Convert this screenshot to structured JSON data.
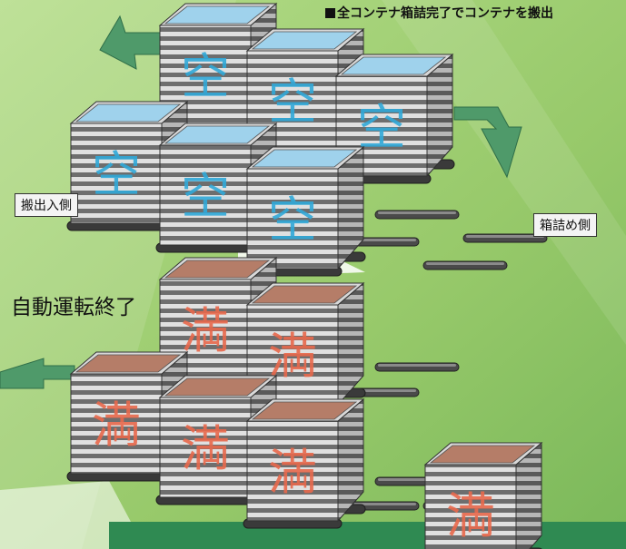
{
  "title": "全コンテナ箱詰完了でコンテナを搬出",
  "labels": {
    "unload_side": "搬出入側",
    "pack_side": "箱詰め側",
    "auto_end": "自動運転終了"
  },
  "containers": {
    "empty_char": "空",
    "full_char": "満",
    "empty_count": 6,
    "full_count": 6
  },
  "colors": {
    "background": "#9ccc6f",
    "empty_top": "#9fd2ec",
    "full_top": "#b57d68",
    "empty_text": "#31a9d9",
    "full_text": "#e8694c",
    "arrow": "#4f9a6a"
  }
}
